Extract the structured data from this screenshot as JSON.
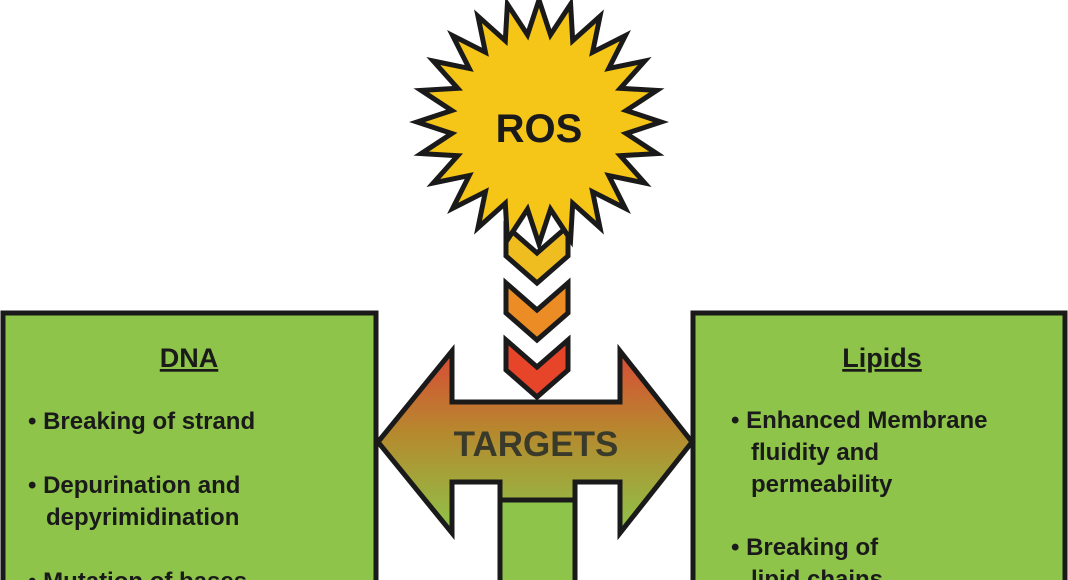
{
  "starburst": {
    "label": "ROS",
    "fill": "#f5c518"
  },
  "chevrons": {
    "colors": [
      "#f0bd20",
      "#eb8d24",
      "#e6452a"
    ]
  },
  "targets": {
    "label": "TARGETS",
    "gradient_top": "#d94a36",
    "gradient_mid": "#b6892e",
    "gradient_bottom": "#8dc449"
  },
  "box_fill": "#8dc449",
  "dna_box": {
    "title": "DNA",
    "items": [
      [
        "• Breaking of strand"
      ],
      [
        "• Depurination and",
        "depyrimidination"
      ],
      [
        "• Mutation of bases"
      ]
    ]
  },
  "lipids_box": {
    "title": "Lipids",
    "items": [
      [
        "• Enhanced Membrane",
        "fluidity and",
        "permeability"
      ],
      [
        "• Breaking of",
        "lipid chains"
      ]
    ]
  }
}
